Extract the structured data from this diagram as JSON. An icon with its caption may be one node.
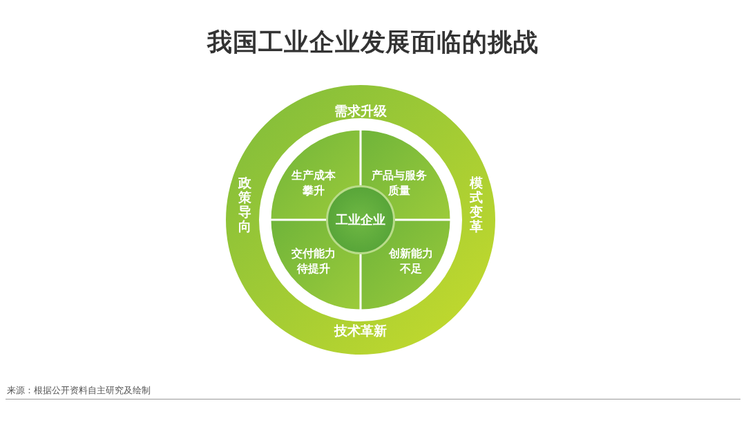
{
  "diagram": {
    "title": "我国工业企业发展面临的挑战",
    "nodes": [
      {
        "text": [
          "需求升级",
          "模式变革",
          "技术革新",
          "政策导向"
        ]
      },
      {
        "text": [
          "生产成本攀升"
        ],
        "in": 0
      },
      {
        "text": [
          "产品与服务质量"
        ],
        "in": 0
      },
      {
        "text": [
          "交付能力待提升"
        ],
        "in": 0
      },
      {
        "text": [
          "创新能力不足"
        ],
        "in": 0
      },
      {
        "text": [
          "工业企业"
        ],
        "in": 0
      }
    ],
    "labels": [
      "来源：根据公开资料自主研究及绘制"
    ]
  }
}
